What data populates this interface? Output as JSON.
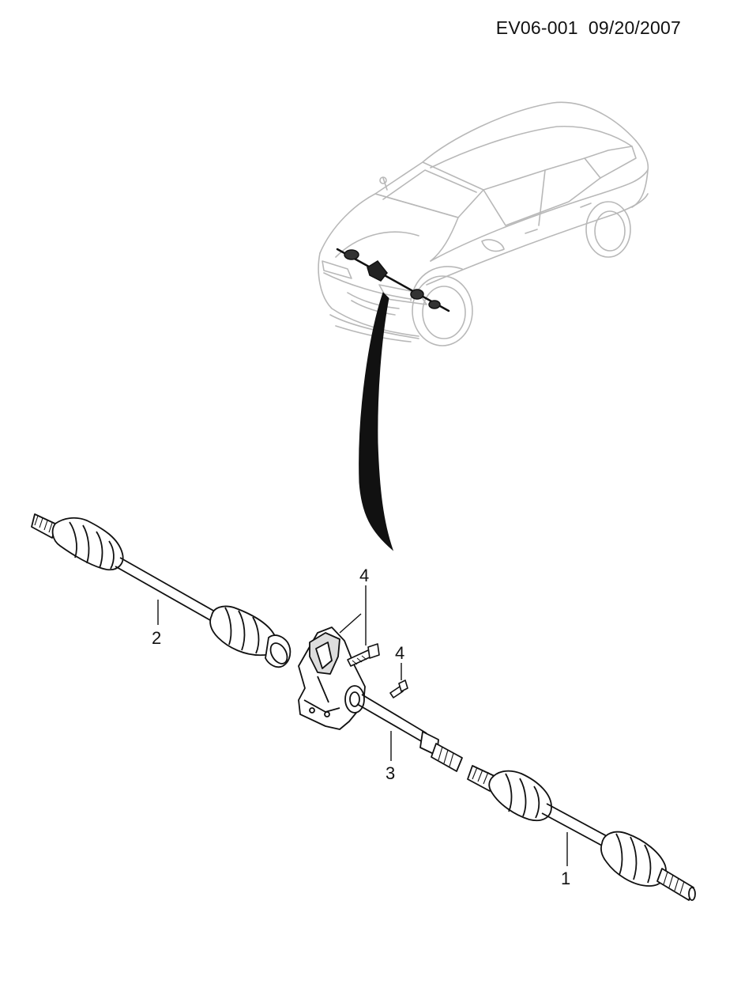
{
  "header": {
    "doc_code": "EV06-001  09/20/2007"
  },
  "callouts": {
    "c1": "1",
    "c2": "2",
    "c3": "3",
    "c4a": "4",
    "c4b": "4"
  },
  "colors": {
    "line": "#111111",
    "car_outline": "#b8b8b8",
    "arrow": "#111111"
  }
}
